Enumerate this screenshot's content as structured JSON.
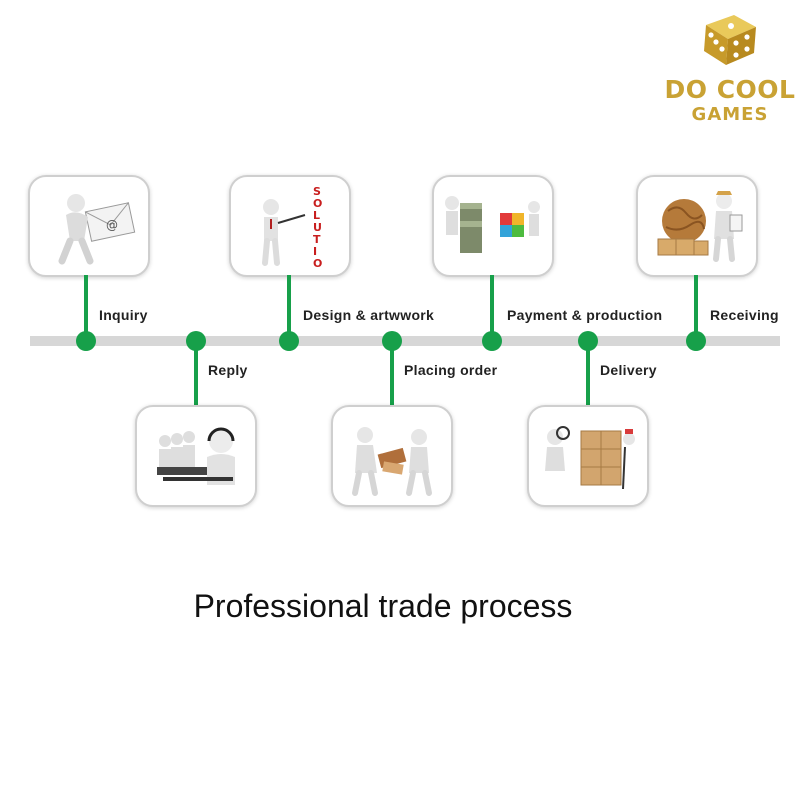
{
  "logo": {
    "line1": "DO COOL",
    "line2": "GAMES"
  },
  "steps": [
    {
      "label": "Inquiry",
      "icon": "email-envelope-icon"
    },
    {
      "label": "Reply",
      "icon": "call-center-icon"
    },
    {
      "label": "Design & artwwork",
      "icon": "presentation-board-icon"
    },
    {
      "label": "Placing order",
      "icon": "handover-order-icon"
    },
    {
      "label": "Payment & production",
      "icon": "money-puzzle-icon"
    },
    {
      "label": "Delivery",
      "icon": "boxes-dolly-icon"
    },
    {
      "label": "Receiving",
      "icon": "globe-boxes-icon"
    }
  ],
  "caption": "Professional trade process",
  "colors": {
    "accent": "#17a04a",
    "logo_gold": "#c9a234",
    "timeline": "#d7d7d7"
  }
}
